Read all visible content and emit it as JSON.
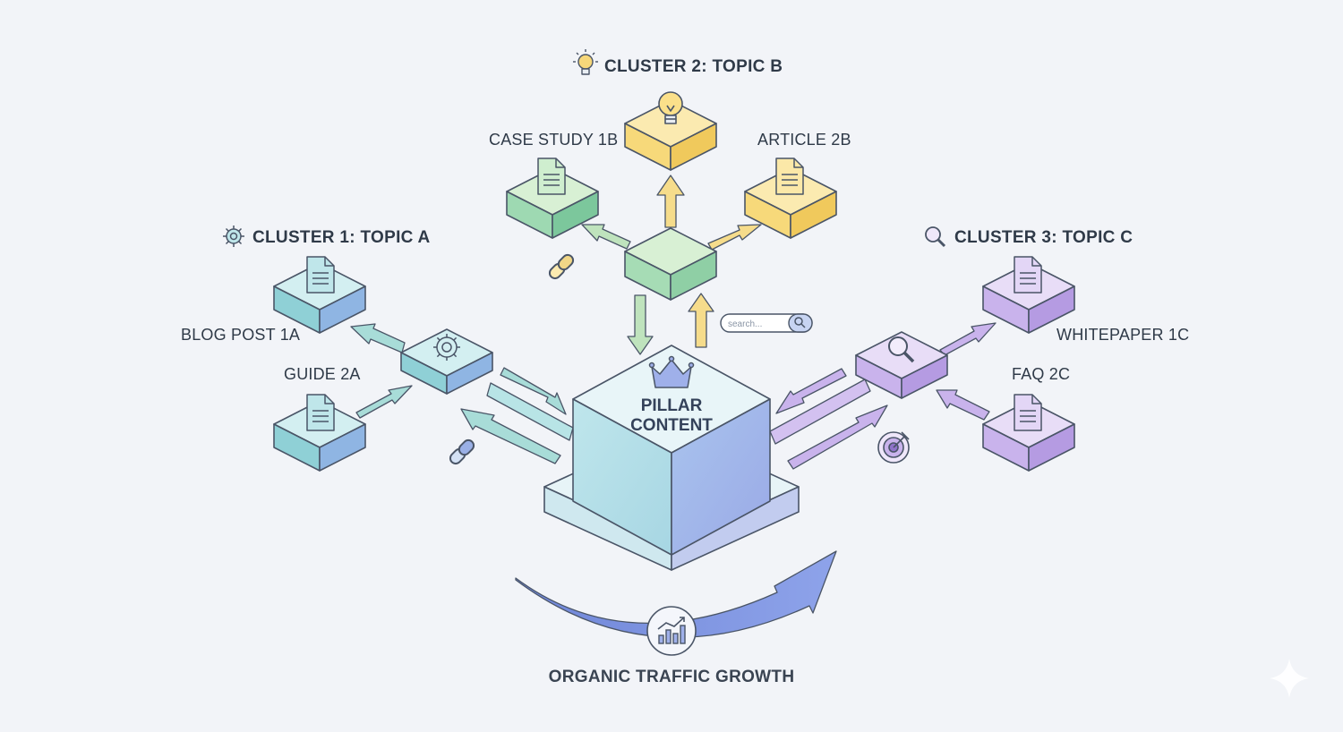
{
  "clusters": {
    "c1": {
      "header": "CLUSTER 1: TOPIC A",
      "icon": "gear-icon",
      "color": "#7fc9d6"
    },
    "c2": {
      "header": "CLUSTER 2: TOPIC B",
      "icon": "lightbulb-icon",
      "color": "#f6d77a"
    },
    "c3": {
      "header": "CLUSTER 3: TOPIC C",
      "icon": "magnifier-icon",
      "color": "#b79be3"
    }
  },
  "nodes": {
    "blog_post_1a": "BLOG POST 1A",
    "guide_2a": "GUIDE 2A",
    "case_study_1b": "CASE STUDY 1B",
    "article_2b": "ARTICLE 2B",
    "whitepaper_1c": "WHITEPAPER 1C",
    "faq_2c": "FAQ 2C"
  },
  "pillar": {
    "line1": "PILLAR",
    "line2": "CONTENT",
    "icon": "crown-icon"
  },
  "search": {
    "placeholder": "search..."
  },
  "footer": {
    "label": "ORGANIC TRAFFIC GROWTH",
    "icon": "growth-chart-icon"
  }
}
